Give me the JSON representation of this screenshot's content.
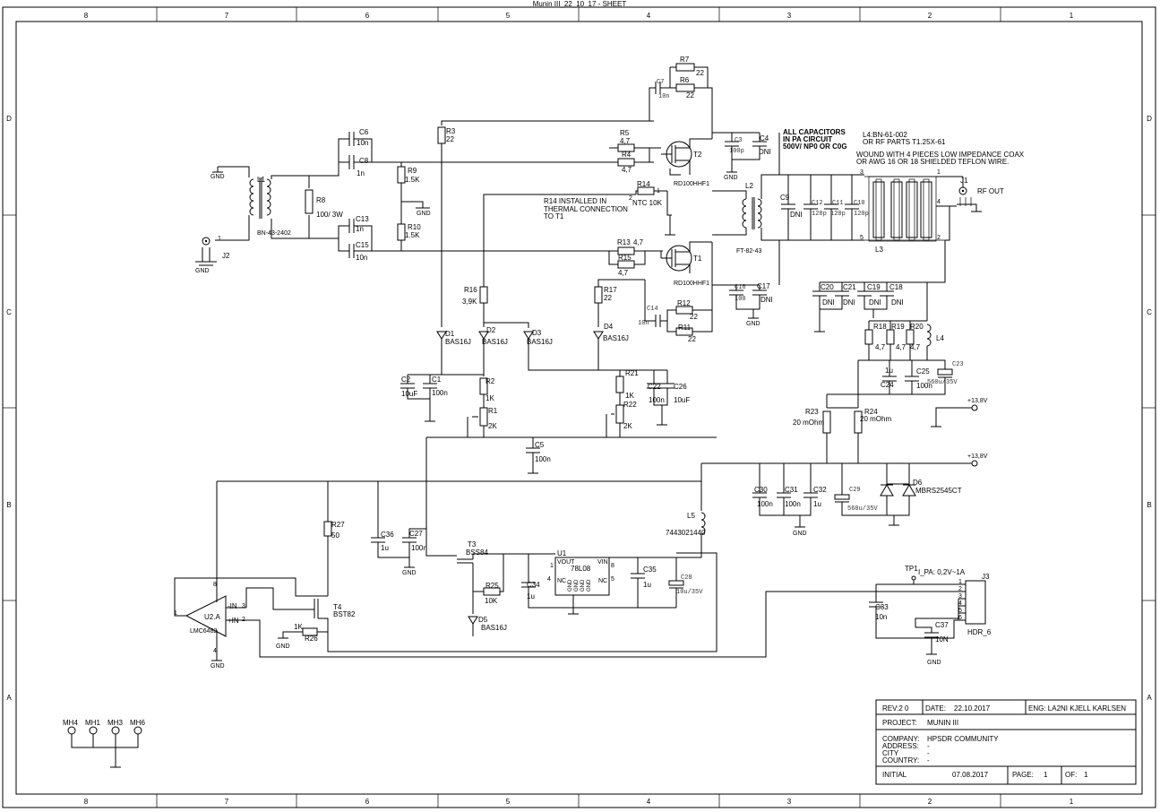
{
  "sheet": {
    "title": "Munin III_22_10_17 - SHEET",
    "zones_cols": [
      "8",
      "7",
      "6",
      "5",
      "4",
      "3",
      "2",
      "1"
    ],
    "zones_rows": [
      "D",
      "C",
      "B",
      "A"
    ]
  },
  "notes": {
    "caps_1": "ALL CAPACITORS",
    "caps_2": "IN PA CIRCUIT",
    "caps_3": "500V/ NP0 OR C0G",
    "l4_1": "L4:BN-61-002",
    "l4_2": "OR RF PARTS T1.25X-61",
    "wound_1": "WOUND WITH 4 PIECES LOW IMPEDANCE COAX",
    "wound_2": "OR AWG 16 OR 18 SHIELDED TEFLON WIRE.",
    "r14_1": "R14 INSTALLED IN",
    "r14_2": "THERMAL CONNECTION",
    "r14_3": "TO T1"
  },
  "components": {
    "r7": "R7",
    "r6": "R6",
    "r6v": "22",
    "r7v": "22",
    "c7": "C7",
    "c7v": "10n",
    "r5": "R5",
    "r5v": "4,7",
    "r4": "R4",
    "r4v": "4,7",
    "t2": "T2",
    "t2p": "RD100HHF1",
    "t1": "T1",
    "t1p": "RD100HHF1",
    "c3": "C3",
    "c3v": "100p",
    "c4": "C4",
    "c4v": "DNI",
    "r3": "R3",
    "r3v": "22",
    "c6": "C6",
    "c6v": "10n",
    "c8": "C8",
    "c8v": "1n",
    "r9": "R9",
    "r9v": "1.5K",
    "r10": "R10",
    "r10v": "1.5K",
    "c13": "C13",
    "c13v": "1n",
    "c15": "C15",
    "c15v": "10n",
    "r8": "R8",
    "r8v": "100/ 3W",
    "l1": "L1",
    "l1p": "BN-43-2402",
    "j2": "J2",
    "j1": "J1",
    "rfout": "RF OUT",
    "r14": "R14",
    "r14v": "NTC 10K",
    "l2": "L2",
    "l2p": "FT-82-43",
    "l3": "L3",
    "c9": "C9",
    "c9v": "DNI",
    "c12": "C12",
    "c12v": "120p",
    "c11": "C11",
    "c11v": "120p",
    "c10": "C10",
    "c10v": "120p",
    "r13": "R13",
    "r13v": "4,7",
    "r15": "R15",
    "r15v": "4,7",
    "r16": "R16",
    "r16v": "3,9K",
    "r17": "R17",
    "r17v": "22",
    "c16": "C16",
    "c16v": "100",
    "c17": "C17",
    "c17v": "DNI",
    "c14": "C14",
    "c14v": "10n",
    "r12": "R12",
    "r12v": "22",
    "r11": "R11",
    "r11v": "22",
    "c20": "C20",
    "c21": "C21",
    "c19": "C19",
    "c18": "C18",
    "dni": "DNI",
    "r18": "R18",
    "r19": "R19",
    "r20": "R20",
    "rv47": "4,7",
    "l4": "L4",
    "d1": "D1",
    "d2": "D2",
    "d3": "D3",
    "d4": "D4",
    "d5": "D5",
    "bas": "BAS16J",
    "c2": "C2",
    "c2v": "10uF",
    "c1": "C1",
    "c1v": "100n",
    "r2": "R2",
    "r2v": "1K",
    "r1": "R1",
    "r1v": "2K",
    "r21": "R21",
    "r21v": "1K",
    "r22": "R22",
    "r22v": "2K",
    "c22": "C22",
    "c22v": "100n",
    "c26": "C26",
    "c26v": "10uF",
    "c24": "C24",
    "c24v": "1u",
    "c25": "C25",
    "c25v": "100n",
    "c23": "C23",
    "c23v": "560u/35V",
    "r23": "R23",
    "r23v": "20 mOhm",
    "r24": "R24",
    "r24v": "20 mOhm",
    "c5": "C5",
    "c5v": "100n",
    "c30": "C30",
    "c30v": "100n",
    "c31": "C31",
    "c31v": "100n",
    "c32": "C32",
    "c32v": "1u",
    "c29": "C29",
    "c29v": "560u/35V",
    "d6": "D6",
    "d6p": "MBRS2545CT",
    "l5": "L5",
    "l5p": "7443021440",
    "r27": "R27",
    "r27v": "50",
    "c36": "C36",
    "c36v": "1u",
    "c27": "C27",
    "c27v": "100n",
    "t3": "T3",
    "t3p": "BSS84",
    "u1": "U1",
    "u1p": "78L08",
    "vout": "VOUT",
    "vin": "VIN",
    "nc": "NC",
    "gnd": "GND",
    "c34": "C34",
    "c34v": "1u",
    "c35": "C35",
    "c35v": "1u",
    "c28": "C28",
    "c28v": "10u/35V",
    "r25": "R25",
    "r25v": "10K",
    "t4": "T4",
    "t4p": "BST82",
    "u2": "U2.A",
    "u2p": "LMC6482",
    "inm": "-IN",
    "inp": "+IN",
    "r26": "R26",
    "r26v": "1K",
    "tp1": "TP1",
    "ipa": "I_PA: 0,2V~1A",
    "c33": "C33",
    "c33v": "10n",
    "c37": "C37",
    "c37v": "10N",
    "j3": "J3",
    "hdr": "HDR_6",
    "v138": "+13,8V",
    "mh4": "MH4",
    "mh1": "MH1",
    "mh3": "MH3",
    "mh6": "MH6"
  },
  "title_block": {
    "rev": "REV:2 0",
    "date_label": "DATE:",
    "date": "22.10.2017",
    "eng": "ENG: LA2NI KJELL KARLSEN",
    "project_label": "PROJECT:",
    "project": "MUNIN III",
    "company_label": "COMPANY:",
    "company": "HPSDR COMMUNITY",
    "address_label": "ADDRESS:",
    "city_label": "CITY",
    "country_label": "COUNTRY:",
    "dash": "-",
    "initial_label": "INITIAL",
    "initial_date": "07.08.2017",
    "page_label": "PAGE:",
    "page": "1",
    "of_label": "OF:",
    "of": "1"
  }
}
